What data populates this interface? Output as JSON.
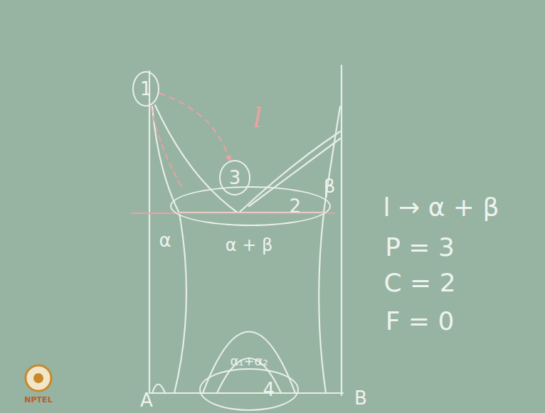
{
  "diagram": {
    "nodes": [
      {
        "text": [
          "1"
        ]
      },
      {
        "text": [
          "3"
        ]
      },
      {
        "text": [
          "2"
        ]
      },
      {
        "text": [
          "4"
        ]
      }
    ],
    "edges": [
      {
        "from": 0,
        "to": 1,
        "arrow": "to"
      }
    ],
    "labels": [
      "l",
      "α",
      "β",
      "α + β",
      "α₁+α₂",
      "A",
      "B",
      "l → α + β",
      "P = 3",
      "C = 2",
      "F = 0",
      "NPTEL"
    ]
  }
}
